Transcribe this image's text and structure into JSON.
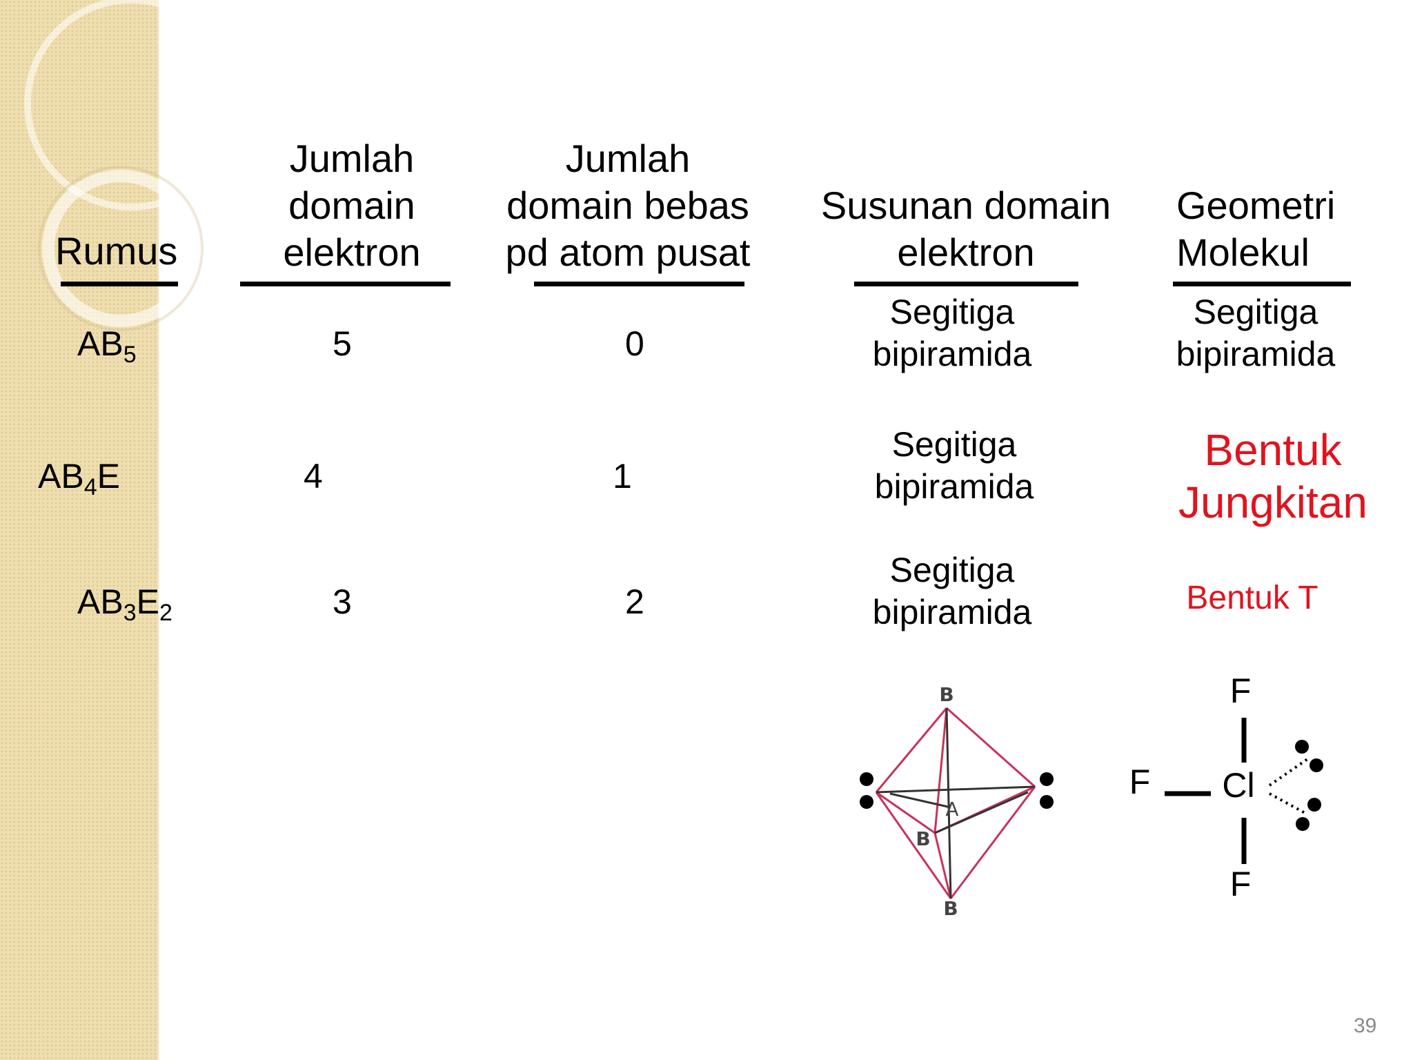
{
  "headers": {
    "rumus": "Rumus",
    "jumlah_domain": [
      "Jumlah",
      "domain",
      "elektron"
    ],
    "domain_bebas": [
      "Jumlah",
      "domain bebas",
      "pd atom pusat"
    ],
    "susunan": [
      "Susunan domain",
      "elektron"
    ],
    "geometri": [
      "Geometri",
      "Molekul"
    ]
  },
  "rows": [
    {
      "formula": {
        "base": "AB",
        "sub1": "5",
        "mid": "",
        "sub2": ""
      },
      "domain_count": "5",
      "free_domain": "0",
      "arrangement": [
        "Segitiga",
        "bipiramida"
      ],
      "geometry": [
        "Segitiga",
        "bipiramida"
      ]
    },
    {
      "formula": {
        "base": "AB",
        "sub1": "4",
        "mid": "E",
        "sub2": ""
      },
      "domain_count": "4",
      "free_domain": "1",
      "arrangement": [
        "Segitiga",
        "bipiramida"
      ],
      "geometry": [
        "Bentuk",
        "Jungkitan"
      ]
    },
    {
      "formula": {
        "base": "AB",
        "sub1": "3",
        "mid": "E",
        "sub2": "2"
      },
      "domain_count": "3",
      "free_domain": "2",
      "arrangement": [
        "Segitiga",
        "bipiramida"
      ],
      "geometry": [
        "Bentuk T"
      ]
    }
  ],
  "diagram_bipyramid": {
    "apex_top": "B",
    "apex_bottom": "B",
    "center": "A",
    "equatorial": "B"
  },
  "diagram_clf3": {
    "center": "Cl",
    "top": "F",
    "left": "F",
    "bottom": "F"
  },
  "colors": {
    "accent": "#e0141e",
    "sidebar": "#efdfb0",
    "bipyramid_edge": "#c8325a"
  },
  "page_number": "39"
}
